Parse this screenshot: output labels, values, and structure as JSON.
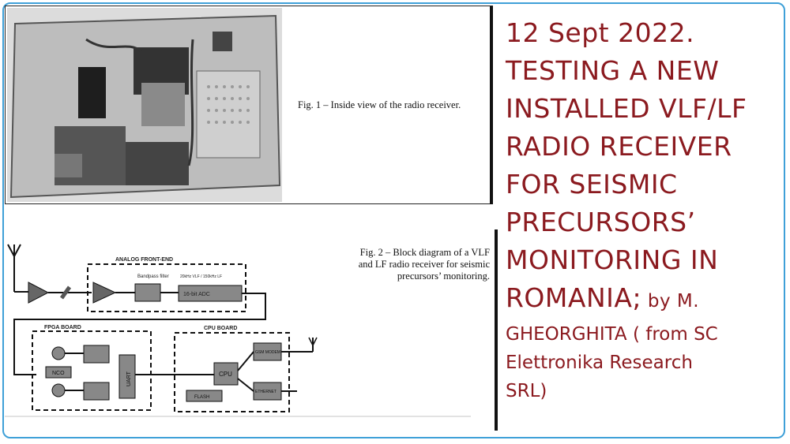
{
  "fig1": {
    "caption": "Fig. 1 – Inside view of the radio receiver."
  },
  "fig2": {
    "caption_lines": [
      "Fig. 2 – Block diagram of a VLF",
      "and LF radio receiver for seismic",
      "precursors’ monitoring."
    ],
    "blocks": {
      "analog": "ANALOG FRONT-END",
      "bandpass": "Bandpass filter",
      "freq_note": "20kHz VLF / 150kHz LF",
      "adc": "16-bit ADC",
      "fpga": "FPGA BOARD",
      "cpu_board": "CPU BOARD",
      "nco": "NCO",
      "uart": "UART",
      "cpu": "CPU",
      "flash": "FLASH",
      "modem": "GSM MODEM",
      "ethernet": "ETHERNET"
    }
  },
  "title": {
    "lines": [
      "12 Sept 2022.",
      "TESTING A NEW",
      "INSTALLED VLF/LF",
      "RADIO RECEIVER",
      "FOR SEISMIC",
      "PRECURSORS’",
      "MONITORING IN"
    ],
    "last_main": "ROMANIA;",
    "by": " by M.",
    "author_lines": [
      "GHEORGHITA ( from SC",
      "Elettronika Research",
      "SRL)"
    ],
    "color": "#8b1a1f"
  },
  "frame_color": "#3fa0d8"
}
